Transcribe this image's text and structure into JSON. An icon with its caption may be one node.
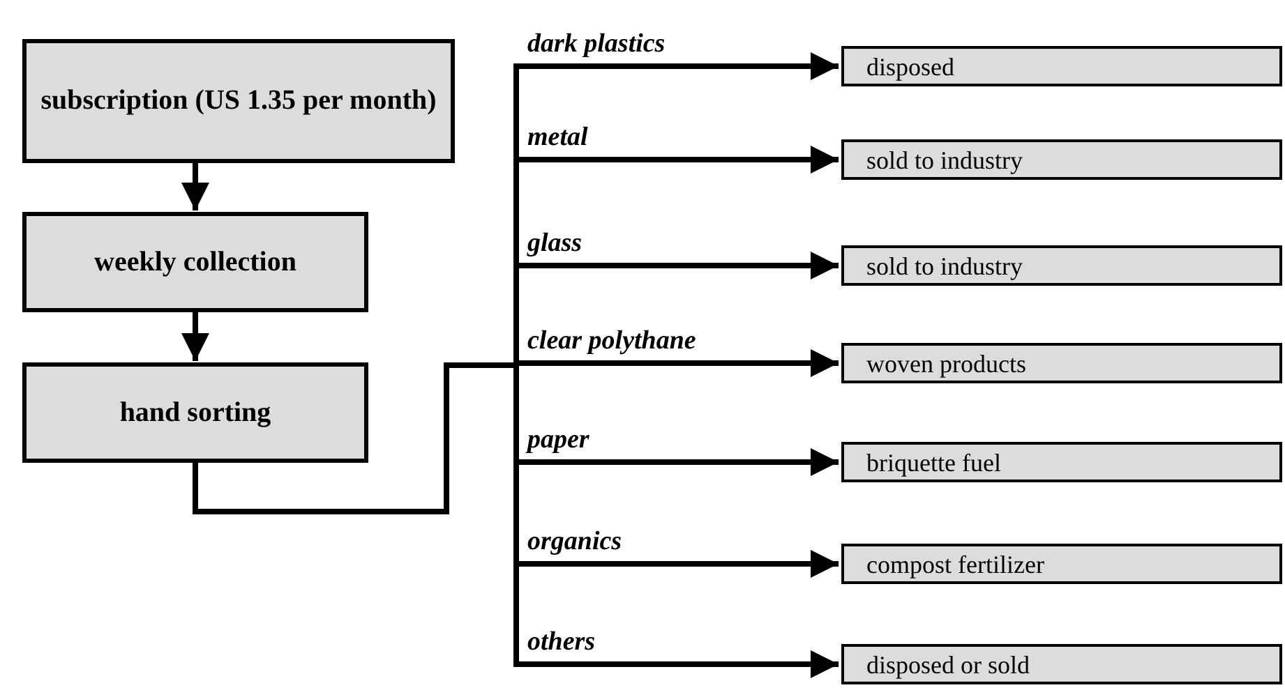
{
  "diagram": {
    "nodes": [
      {
        "text": [
          "subscription (US 1.35 per month)"
        ]
      },
      {
        "text": [
          "weekly collection"
        ]
      },
      {
        "text": [
          "hand sorting"
        ]
      },
      {
        "text": [
          "disposed"
        ]
      },
      {
        "text": [
          "sold to industry"
        ]
      },
      {
        "text": [
          "sold to industry"
        ]
      },
      {
        "text": [
          "woven products"
        ]
      },
      {
        "text": [
          "briquette fuel"
        ]
      },
      {
        "text": [
          "compost fertilizer"
        ]
      },
      {
        "text": [
          "disposed or sold"
        ]
      }
    ],
    "edges": [
      {
        "from": 0,
        "to": 1,
        "arrow": "to"
      },
      {
        "from": 1,
        "to": 2,
        "arrow": "to"
      },
      {
        "from": 2,
        "to": 3,
        "arrow": "to",
        "label": "dark plastics"
      },
      {
        "from": 2,
        "to": 4,
        "arrow": "to",
        "label": "metal"
      },
      {
        "from": 2,
        "to": 5,
        "arrow": "to",
        "label": "glass"
      },
      {
        "from": 2,
        "to": 6,
        "arrow": "to",
        "label": "clear polythane"
      },
      {
        "from": 2,
        "to": 7,
        "arrow": "to",
        "label": "paper"
      },
      {
        "from": 2,
        "to": 8,
        "arrow": "to",
        "label": "organics"
      },
      {
        "from": 2,
        "to": 9,
        "arrow": "to",
        "label": "others"
      }
    ]
  }
}
